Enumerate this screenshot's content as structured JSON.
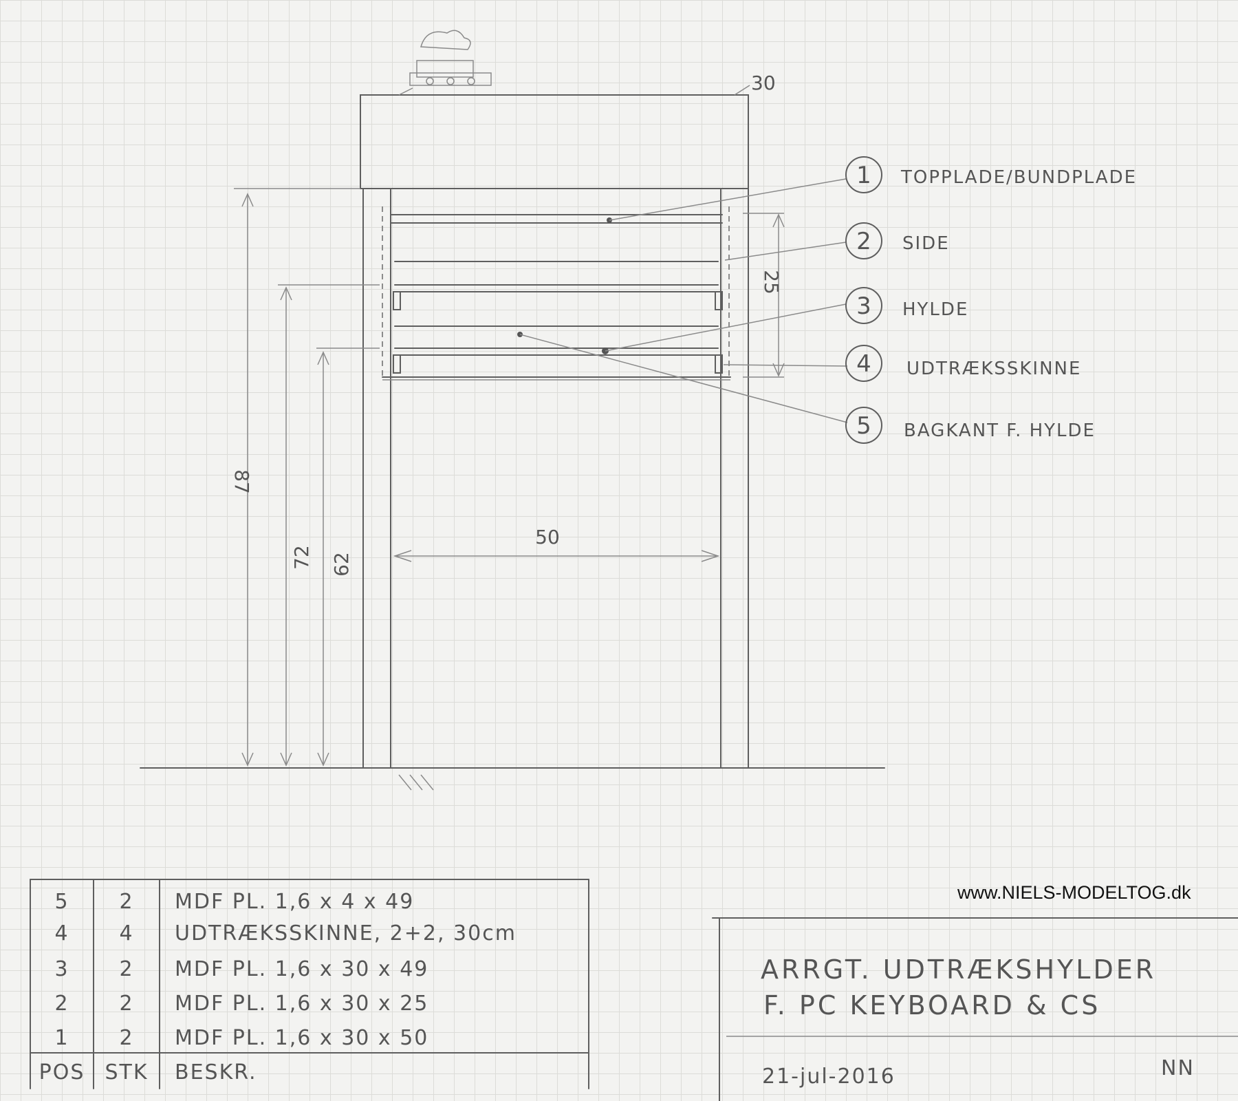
{
  "dimensions": {
    "depth": "30",
    "height_total": "87",
    "height_upper_shelf": "72",
    "height_lower_shelf": "62",
    "inner_width": "50",
    "side_height": "25"
  },
  "callouts": [
    {
      "num": "1",
      "label": "TOPPLADE/BUNDPLADE"
    },
    {
      "num": "2",
      "label": "SIDE"
    },
    {
      "num": "3",
      "label": "HYLDE"
    },
    {
      "num": "4",
      "label": "UDTRÆKSSKINNE"
    },
    {
      "num": "5",
      "label": "BAGKANT F. HYLDE"
    }
  ],
  "parts_list": {
    "rows": [
      {
        "pos": "5",
        "qty": "2",
        "desc": "MDF PL. 1,6 x 4 x 49"
      },
      {
        "pos": "4",
        "qty": "4",
        "desc": "UDTRÆKSSKINNE, 2+2, 30cm"
      },
      {
        "pos": "3",
        "qty": "2",
        "desc": "MDF PL. 1,6 x 30 x 49"
      },
      {
        "pos": "2",
        "qty": "2",
        "desc": "MDF PL. 1,6 x 30 x 25"
      },
      {
        "pos": "1",
        "qty": "2",
        "desc": "MDF PL. 1,6 x 30 x 50"
      }
    ],
    "header": {
      "pos": "POS",
      "qty": "STK",
      "desc": "BESKR."
    }
  },
  "title_block": {
    "line1": "ARRGT. UDTRÆKSHYLDER",
    "line2": "F. PC KEYBOARD & CS",
    "date": "21-jul-2016",
    "author": "NN"
  },
  "website": "www.NIELS-MODELTOG.dk"
}
